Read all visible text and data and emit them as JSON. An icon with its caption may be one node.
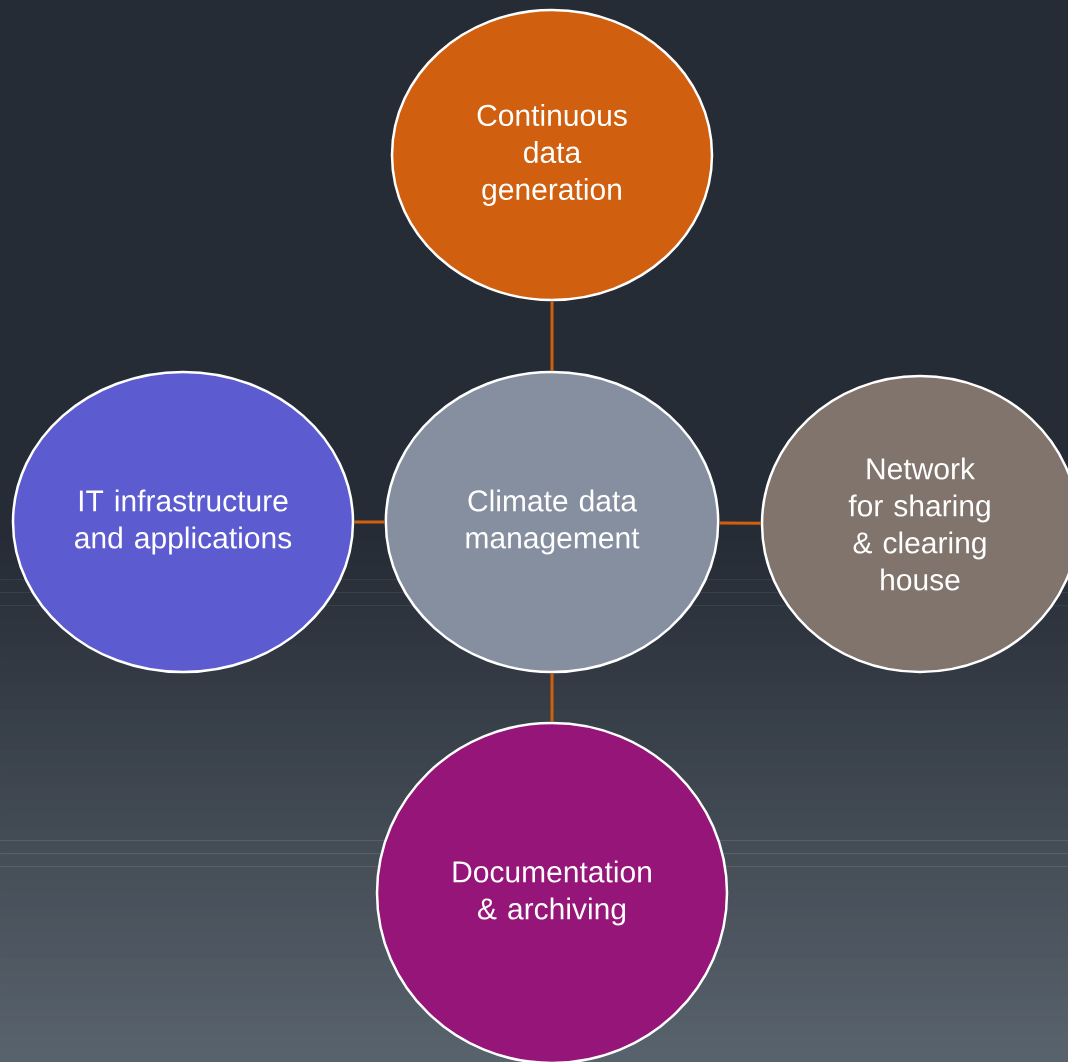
{
  "diagram": {
    "nodes": [
      {
        "text": [
          "Continuous data generation"
        ]
      },
      {
        "text": [
          "IT infrastructure and applications"
        ]
      },
      {
        "text": [
          "Climate data management"
        ]
      },
      {
        "text": [
          "Network for sharing & clearing house"
        ]
      },
      {
        "text": [
          "Documentation & archiving"
        ]
      }
    ],
    "edges": [
      {
        "from": 2,
        "to": 0,
        "arrow": "none"
      },
      {
        "from": 2,
        "to": 1,
        "arrow": "none"
      },
      {
        "from": 2,
        "to": 3,
        "arrow": "none"
      },
      {
        "from": 2,
        "to": 4,
        "arrow": "none"
      }
    ]
  }
}
